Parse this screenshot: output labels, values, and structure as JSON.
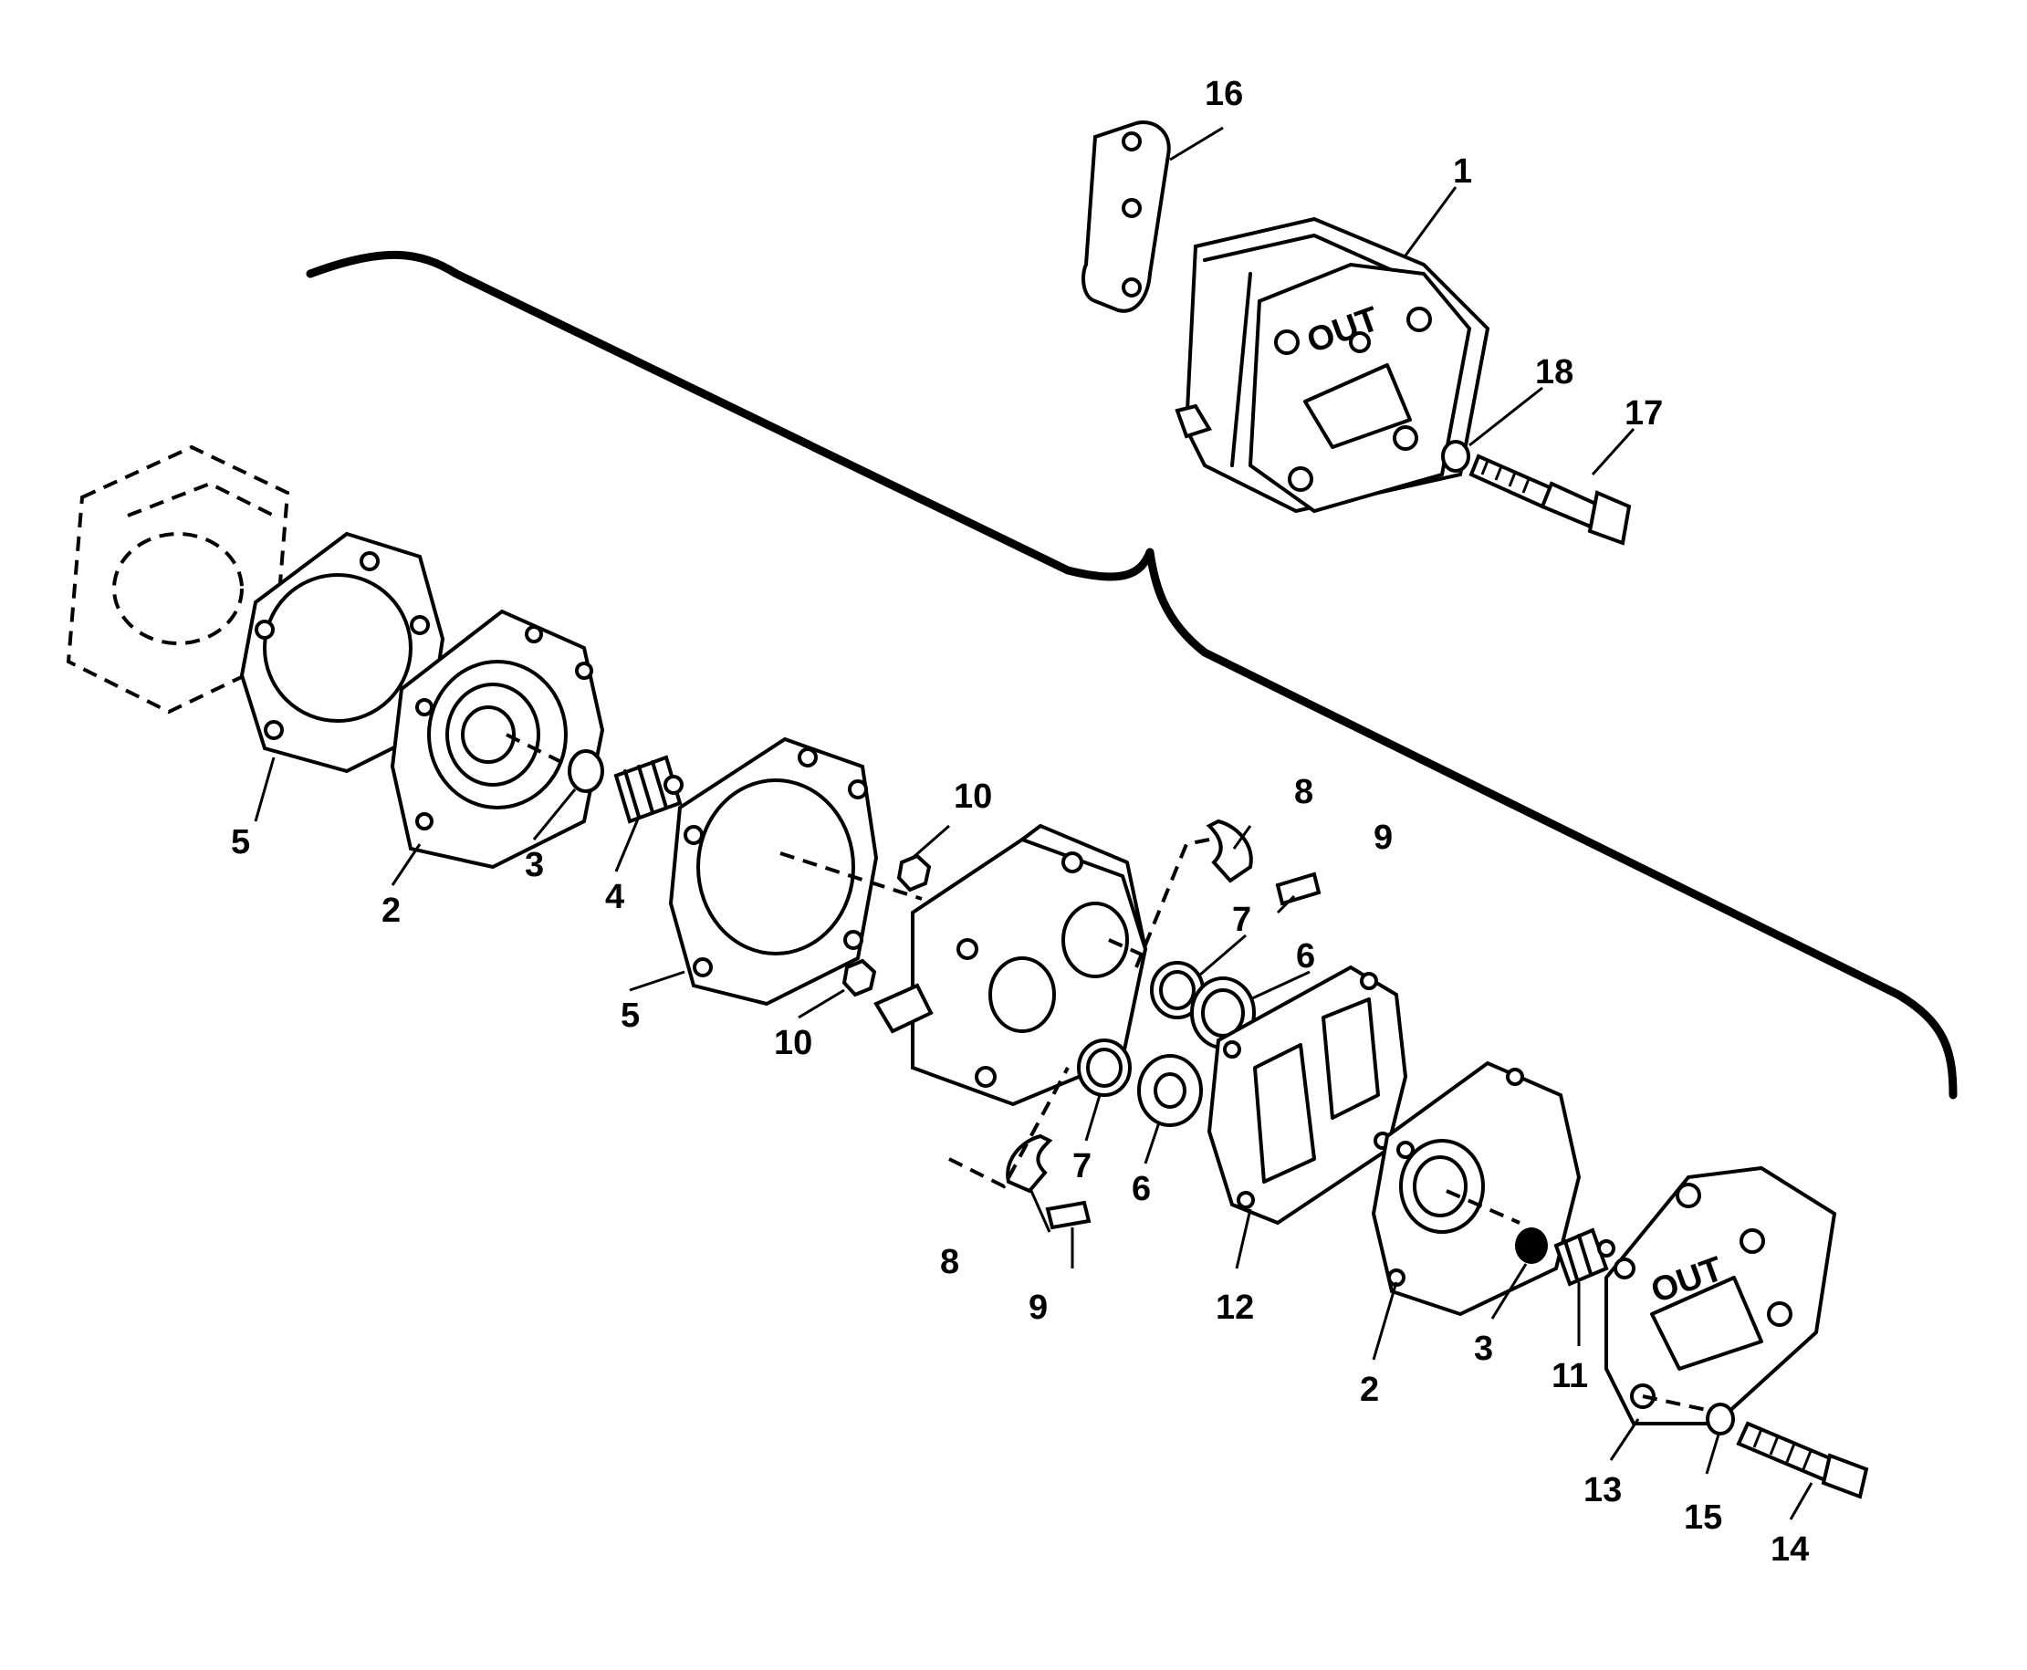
{
  "callouts": {
    "n1": "1",
    "n2a": "2",
    "n2b": "2",
    "n3a": "3",
    "n3b": "3",
    "n4": "4",
    "n5a": "5",
    "n5b": "5",
    "n6a": "6",
    "n6b": "6",
    "n7a": "7",
    "n7b": "7",
    "n8a": "8",
    "n8b": "8",
    "n9a": "9",
    "n9b": "9",
    "n10a": "10",
    "n10b": "10",
    "n11": "11",
    "n12": "12",
    "n13": "13",
    "n14": "14",
    "n15": "15",
    "n16": "16",
    "n17": "17",
    "n18": "18"
  },
  "cover_markings": {
    "assembled": "OUT",
    "exploded": "OUT"
  }
}
